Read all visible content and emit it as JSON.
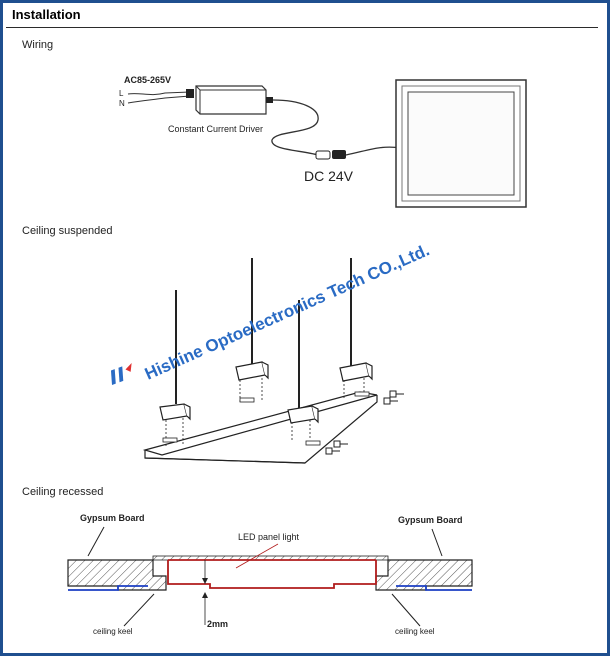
{
  "title": "Installation",
  "sections": {
    "wiring": {
      "label": "Wiring",
      "voltage_in": "AC85-265V",
      "line_L": "L",
      "line_N": "N",
      "driver_label": "Constant Current Driver",
      "voltage_out": "DC 24V"
    },
    "suspended": {
      "label": "Ceiling suspended"
    },
    "recessed": {
      "label": "Ceiling recessed",
      "gypsum_left": "Gypsum Board",
      "gypsum_right": "Gypsum Board",
      "panel_label": "LED panel light",
      "gap_label": "2mm",
      "keel_left": "ceiling keel",
      "keel_right": "ceiling keel"
    }
  },
  "watermark": {
    "text": "Hishine Optoelectronics Tech CO.,Ltd.",
    "logo_icon": "hishine-logo-icon"
  },
  "colors": {
    "frame": "#1f4f8f",
    "watermark_text": "#2a6bc4",
    "panel_outline": "#b11b1b",
    "keel": "#1b3fc4"
  }
}
